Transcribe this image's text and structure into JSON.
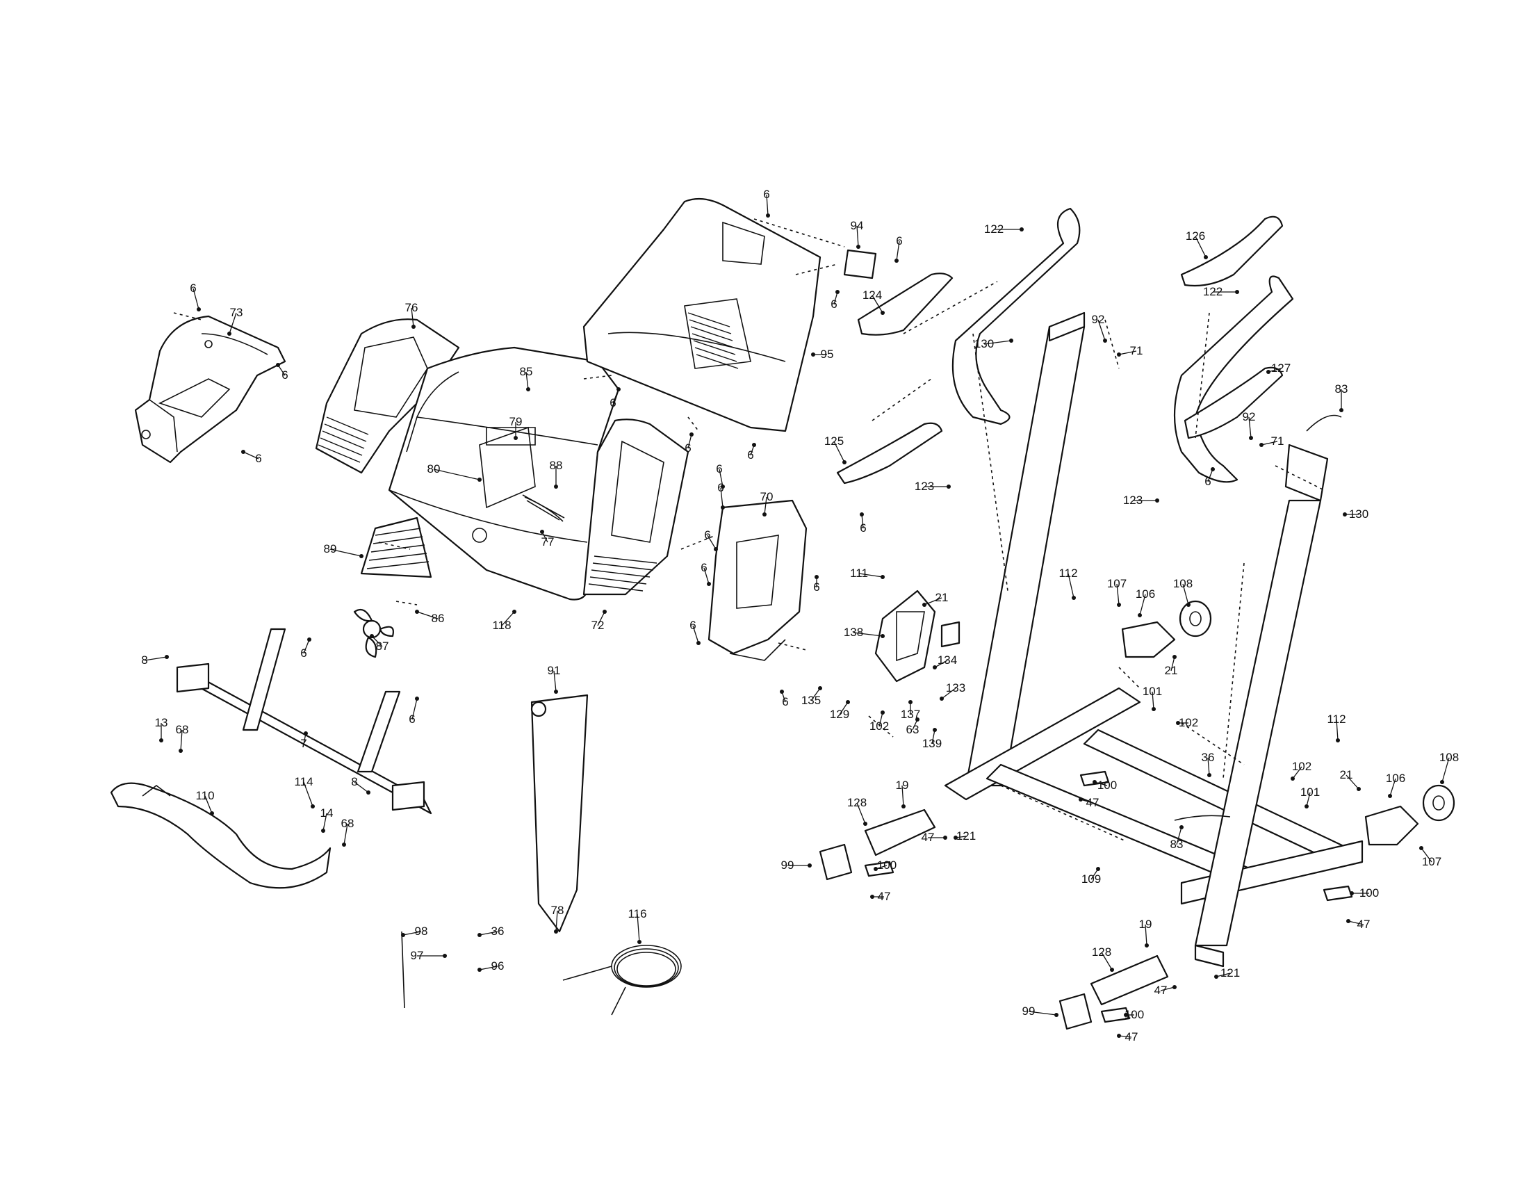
{
  "diagram": {
    "labels": [
      {
        "id": "l1",
        "text": "6"
      },
      {
        "id": "l2",
        "text": "73"
      },
      {
        "id": "l3",
        "text": "6"
      },
      {
        "id": "l4",
        "text": "6"
      },
      {
        "id": "l5",
        "text": "76"
      },
      {
        "id": "l6",
        "text": "85"
      },
      {
        "id": "l7",
        "text": "79"
      },
      {
        "id": "l8",
        "text": "80"
      },
      {
        "id": "l9",
        "text": "88"
      },
      {
        "id": "l10",
        "text": "77"
      },
      {
        "id": "l11",
        "text": "89"
      },
      {
        "id": "l12",
        "text": "118"
      },
      {
        "id": "l13",
        "text": "72"
      },
      {
        "id": "l14",
        "text": "86"
      },
      {
        "id": "l15",
        "text": "87"
      },
      {
        "id": "l16",
        "text": "6"
      },
      {
        "id": "l17",
        "text": "8"
      },
      {
        "id": "l18",
        "text": "7"
      },
      {
        "id": "l19",
        "text": "6"
      },
      {
        "id": "l20",
        "text": "13"
      },
      {
        "id": "l21",
        "text": "68"
      },
      {
        "id": "l22",
        "text": "8"
      },
      {
        "id": "l23",
        "text": "110"
      },
      {
        "id": "l24",
        "text": "114"
      },
      {
        "id": "l25",
        "text": "14"
      },
      {
        "id": "l26",
        "text": "68"
      },
      {
        "id": "l27",
        "text": "6"
      },
      {
        "id": "l28",
        "text": "94"
      },
      {
        "id": "l29",
        "text": "6"
      },
      {
        "id": "l30",
        "text": "6"
      },
      {
        "id": "l31",
        "text": "124"
      },
      {
        "id": "l32",
        "text": "95"
      },
      {
        "id": "l33",
        "text": "6"
      },
      {
        "id": "l34",
        "text": "6"
      },
      {
        "id": "l35",
        "text": "6"
      },
      {
        "id": "l36",
        "text": "6"
      },
      {
        "id": "l37",
        "text": "70"
      },
      {
        "id": "l38",
        "text": "6"
      },
      {
        "id": "l39",
        "text": "6"
      },
      {
        "id": "l40",
        "text": "6"
      },
      {
        "id": "l41",
        "text": "6"
      },
      {
        "id": "l42",
        "text": "6"
      },
      {
        "id": "l43",
        "text": "6"
      },
      {
        "id": "l44",
        "text": "91"
      },
      {
        "id": "l45",
        "text": "78"
      },
      {
        "id": "l46",
        "text": "116"
      },
      {
        "id": "l47",
        "text": "98"
      },
      {
        "id": "l48",
        "text": "36"
      },
      {
        "id": "l49",
        "text": "97"
      },
      {
        "id": "l50",
        "text": "96"
      },
      {
        "id": "l51",
        "text": "122"
      },
      {
        "id": "l52",
        "text": "92"
      },
      {
        "id": "l53",
        "text": "71"
      },
      {
        "id": "l54",
        "text": "130"
      },
      {
        "id": "l55",
        "text": "125"
      },
      {
        "id": "l56",
        "text": "123"
      },
      {
        "id": "l57",
        "text": "6"
      },
      {
        "id": "l58",
        "text": "111"
      },
      {
        "id": "l59",
        "text": "21"
      },
      {
        "id": "l60",
        "text": "138"
      },
      {
        "id": "l61",
        "text": "112"
      },
      {
        "id": "l62",
        "text": "107"
      },
      {
        "id": "l63",
        "text": "106"
      },
      {
        "id": "l64",
        "text": "108"
      },
      {
        "id": "l65",
        "text": "21"
      },
      {
        "id": "l66",
        "text": "134"
      },
      {
        "id": "l67",
        "text": "133"
      },
      {
        "id": "l68",
        "text": "135"
      },
      {
        "id": "l69",
        "text": "129"
      },
      {
        "id": "l70",
        "text": "102"
      },
      {
        "id": "l71",
        "text": "137"
      },
      {
        "id": "l72",
        "text": "63"
      },
      {
        "id": "l73",
        "text": "139"
      },
      {
        "id": "l74",
        "text": "101"
      },
      {
        "id": "l75",
        "text": "102"
      },
      {
        "id": "l76",
        "text": "19"
      },
      {
        "id": "l77",
        "text": "128"
      },
      {
        "id": "l78",
        "text": "100"
      },
      {
        "id": "l79",
        "text": "47"
      },
      {
        "id": "l80",
        "text": "47"
      },
      {
        "id": "l81",
        "text": "121"
      },
      {
        "id": "l82",
        "text": "99"
      },
      {
        "id": "l83",
        "text": "100"
      },
      {
        "id": "l84",
        "text": "47"
      },
      {
        "id": "l85",
        "text": "109"
      },
      {
        "id": "l86",
        "text": "36"
      },
      {
        "id": "l87",
        "text": "83"
      },
      {
        "id": "l88",
        "text": "126"
      },
      {
        "id": "l89",
        "text": "122"
      },
      {
        "id": "l90",
        "text": "127"
      },
      {
        "id": "l91",
        "text": "83"
      },
      {
        "id": "l92",
        "text": "92"
      },
      {
        "id": "l93",
        "text": "71"
      },
      {
        "id": "l94",
        "text": "6"
      },
      {
        "id": "l95",
        "text": "123"
      },
      {
        "id": "l96",
        "text": "130"
      },
      {
        "id": "l97",
        "text": "112"
      },
      {
        "id": "l98",
        "text": "102"
      },
      {
        "id": "l99",
        "text": "101"
      },
      {
        "id": "l100",
        "text": "21"
      },
      {
        "id": "l101",
        "text": "106"
      },
      {
        "id": "l102",
        "text": "108"
      },
      {
        "id": "l103",
        "text": "107"
      },
      {
        "id": "l104",
        "text": "100"
      },
      {
        "id": "l105",
        "text": "47"
      },
      {
        "id": "l106",
        "text": "19"
      },
      {
        "id": "l107",
        "text": "128"
      },
      {
        "id": "l108",
        "text": "121"
      },
      {
        "id": "l109",
        "text": "47"
      },
      {
        "id": "l110",
        "text": "99"
      },
      {
        "id": "l111",
        "text": "100"
      },
      {
        "id": "l112",
        "text": "47"
      }
    ]
  }
}
